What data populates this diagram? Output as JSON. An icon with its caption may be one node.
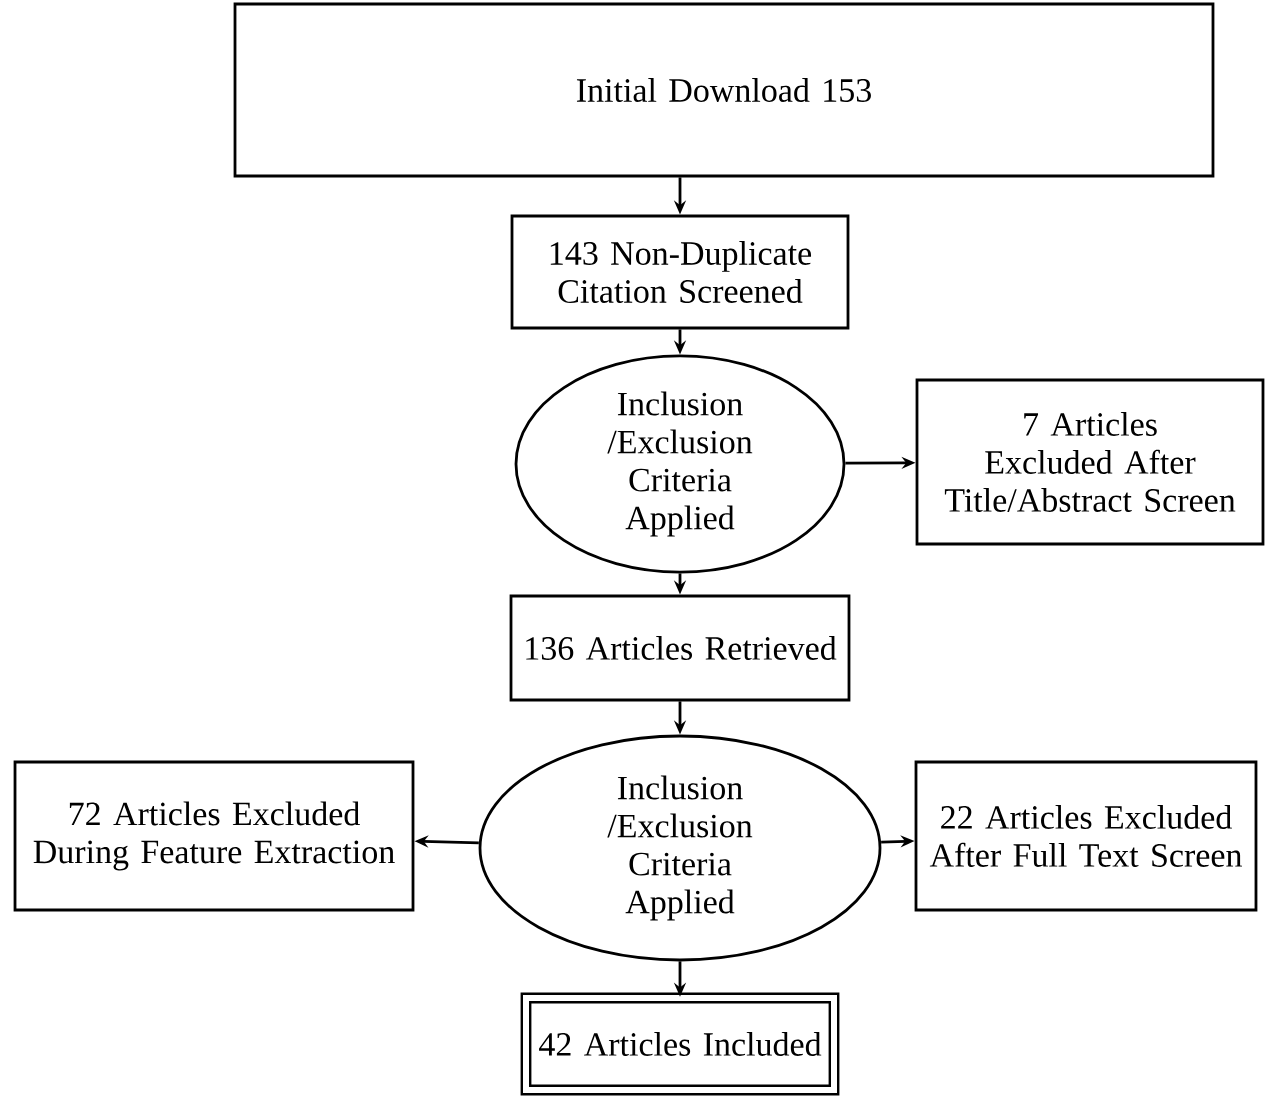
{
  "diagram": {
    "nodes": [
      {
        "text": [
          "Initial Download 153"
        ]
      },
      {
        "text": [
          "143 Non-Duplicate Citation Screened"
        ]
      },
      {
        "text": [
          "Inclusion /Exclusion Criteria Applied"
        ]
      },
      {
        "text": [
          "7 Articles Excluded After Title/Abstract Screen"
        ]
      },
      {
        "text": [
          "136 Articles Retrieved"
        ]
      },
      {
        "text": [
          "Inclusion /Exclusion Criteria Applied"
        ]
      },
      {
        "text": [
          "72 Articles Excluded During Feature Extraction"
        ]
      },
      {
        "text": [
          "22 Articles Excluded After Full Text Screen"
        ]
      },
      {
        "text": [
          "42 Articles Included"
        ]
      }
    ],
    "edges": [
      {
        "from": 0,
        "to": 1,
        "arrow": "to"
      },
      {
        "from": 1,
        "to": 2,
        "arrow": "to"
      },
      {
        "from": 2,
        "to": 3,
        "arrow": "to"
      },
      {
        "from": 2,
        "to": 4,
        "arrow": "to"
      },
      {
        "from": 4,
        "to": 5,
        "arrow": "to"
      },
      {
        "from": 5,
        "to": 6,
        "arrow": "to"
      },
      {
        "from": 5,
        "to": 7,
        "arrow": "to"
      },
      {
        "from": 5,
        "to": 8,
        "arrow": "to"
      }
    ]
  }
}
